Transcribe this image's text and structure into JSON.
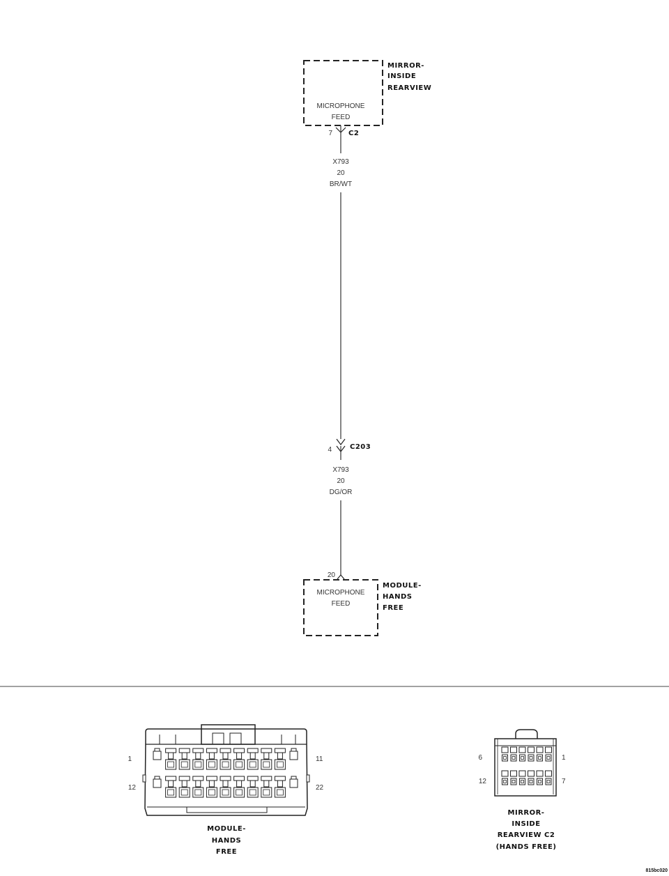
{
  "top_component": {
    "name_lines": [
      "MIRROR-",
      "INSIDE",
      "REARVIEW"
    ],
    "function_lines": [
      "MICROPHONE",
      "FEED"
    ],
    "pin": "7",
    "connector": "C2"
  },
  "wire_upper": {
    "circuit": "X793",
    "gauge": "20",
    "color": "BR/WT"
  },
  "inline_connector": {
    "pin": "4",
    "connector": "C203"
  },
  "wire_lower": {
    "circuit": "X793",
    "gauge": "20",
    "color": "DG/OR"
  },
  "bottom_component": {
    "pin": "20",
    "function_lines": [
      "MICROPHONE",
      "FEED"
    ],
    "name_lines": [
      "MODULE-",
      "HANDS",
      "FREE"
    ]
  },
  "connector_views": {
    "module": {
      "pins": {
        "top_left": "1",
        "top_right": "11",
        "bottom_left": "12",
        "bottom_right": "22"
      },
      "label_lines": [
        "MODULE-",
        "HANDS",
        "FREE"
      ]
    },
    "mirror": {
      "pins": {
        "top_left": "6",
        "top_right": "1",
        "bottom_left": "12",
        "bottom_right": "7"
      },
      "label_lines": [
        "MIRROR-",
        "INSIDE",
        "REARVIEW C2",
        "(HANDS FREE)"
      ]
    }
  },
  "figure_code": "815bc020",
  "colors": {
    "line": "#333333",
    "text": "#111111"
  }
}
